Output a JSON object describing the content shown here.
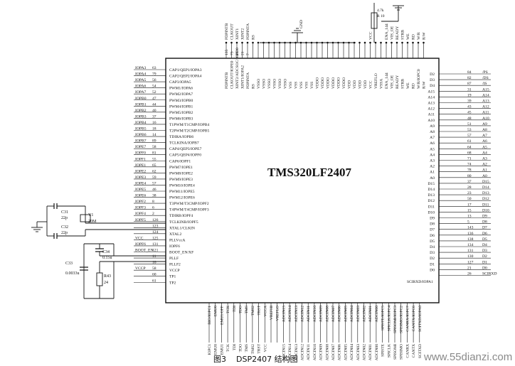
{
  "chip": {
    "name": "TMS320LF2407",
    "sci_label": "SCIRXD/IOPA1"
  },
  "caption": {
    "number": "图3",
    "text": "DSP2407 结构图"
  },
  "watermark": {
    "text": "www.55dianzi.com"
  },
  "left_pins": [
    {
      "net": "IOPA3",
      "num": "63",
      "func": "CAP1/QEP1/IOPA3"
    },
    {
      "net": "IOPA4",
      "num": "79",
      "func": "CAP2/QEP2/IOPA4"
    },
    {
      "net": "IOPA5",
      "num": "56",
      "func": "CAP3/IOPA5"
    },
    {
      "net": "IOPA6",
      "num": "54",
      "func": "PWM1/IOPA6"
    },
    {
      "net": "IOPA7",
      "num": "52",
      "func": "PWM2/IOPA7"
    },
    {
      "net": "IOPB0",
      "num": "47",
      "func": "PWM3/IOPB0"
    },
    {
      "net": "IOPB1",
      "num": "44",
      "func": "PWM4/IOPB1"
    },
    {
      "net": "IOPB2",
      "num": "40",
      "func": "PWM5/IOPB2"
    },
    {
      "net": "IOPB3",
      "num": "37",
      "func": "PWM6/IOPB3"
    },
    {
      "net": "IOPB4",
      "num": "16",
      "func": "T1PWM/T1CMP/IOPB4"
    },
    {
      "net": "IOPB5",
      "num": "18",
      "func": "T2PWM/T2CMP/IOPB5"
    },
    {
      "net": "IOPB6",
      "num": "14",
      "func": "TDIRA/IOPB6"
    },
    {
      "net": "IOPB7",
      "num": "89",
      "func": "TCLKINA/IOPB7"
    },
    {
      "net": "IOPE7",
      "num": "58",
      "func": "CAP4/QEP3/IOPE7"
    },
    {
      "net": "IOPF0",
      "num": "81",
      "func": "CAP5/QEP4/IOPF0"
    },
    {
      "net": "IOPF1",
      "num": "55",
      "func": "CAP6/IOPF1"
    },
    {
      "net": "IOPE1",
      "num": "65",
      "func": "PWM7/IOPE1"
    },
    {
      "net": "IOPE2",
      "num": "62",
      "func": "PWM8/IOPE2"
    },
    {
      "net": "IOPE3",
      "num": "59",
      "func": "PWM9/IOPE3"
    },
    {
      "net": "IOPE4",
      "num": "57",
      "func": "PWM10/IOPE4"
    },
    {
      "net": "IOPE5",
      "num": "46",
      "func": "PWM11/IOPE5"
    },
    {
      "net": "IOPE6",
      "num": "38",
      "func": "PWM12/IOPE6"
    },
    {
      "net": "IOPF2",
      "num": "8",
      "func": "T3PWM/T3CMP/IOPF2"
    },
    {
      "net": "IOPF3",
      "num": "6",
      "func": "T4PWM/T4CMP/IOPF3"
    },
    {
      "net": "IOPF4",
      "num": "2",
      "func": "TDIRB/IOPF4"
    },
    {
      "net": "IOPF5",
      "num": "126",
      "func": "TCLKINB/IOPF5"
    },
    {
      "net": "",
      "num": "123",
      "func": "XTAL1/CLKIN"
    },
    {
      "net": "",
      "num": "124",
      "func": "XTAL2"
    },
    {
      "net": "VCC",
      "num": "125",
      "func": "PLLVccA"
    },
    {
      "net": "IOPF6",
      "num": "131",
      "func": "IOPF6"
    },
    {
      "net": "BOOT_EN",
      "num": "121",
      "func": "BOOT_EN/XF"
    },
    {
      "net": "",
      "num": "11",
      "func": "PLLF"
    },
    {
      "net": "",
      "num": "10",
      "func": "PLLF2"
    },
    {
      "net": "VCCP",
      "num": "58",
      "func": "VCCP"
    },
    {
      "net": "",
      "num": "60",
      "func": "TP1"
    },
    {
      "net": "",
      "num": "61",
      "func": "TP2"
    }
  ],
  "right_pins": [
    {
      "func": "D2",
      "num": "84",
      "net": "/PS"
    },
    {
      "func": "D3",
      "num": "82",
      "net": "/DS"
    },
    {
      "func": "D4",
      "num": "87",
      "net": "/IS"
    },
    {
      "func": "A15",
      "num": "31",
      "net": "A15"
    },
    {
      "func": "A14",
      "num": "19",
      "net": "A14"
    },
    {
      "func": "A13",
      "num": "39",
      "net": "A13"
    },
    {
      "func": "A12",
      "num": "43",
      "net": "A12"
    },
    {
      "func": "A11",
      "num": "45",
      "net": "A11"
    },
    {
      "func": "A10",
      "num": "48",
      "net": "A10"
    },
    {
      "func": "A9",
      "num": "51",
      "net": "A9"
    },
    {
      "func": "A8",
      "num": "53",
      "net": "A8"
    },
    {
      "func": "A7",
      "num": "57",
      "net": "A7"
    },
    {
      "func": "A6",
      "num": "61",
      "net": "A6"
    },
    {
      "func": "A5",
      "num": "64",
      "net": "A5"
    },
    {
      "func": "A4",
      "num": "68",
      "net": "A4"
    },
    {
      "func": "A3",
      "num": "71",
      "net": "A3"
    },
    {
      "func": "A2",
      "num": "74",
      "net": "A2"
    },
    {
      "func": "A1",
      "num": "78",
      "net": "A1"
    },
    {
      "func": "A0",
      "num": "80",
      "net": "A0"
    },
    {
      "func": "D15",
      "num": "37",
      "net": "D15"
    },
    {
      "func": "D14",
      "num": "28",
      "net": "D14"
    },
    {
      "func": "D13",
      "num": "23",
      "net": "D13"
    },
    {
      "func": "D12",
      "num": "50",
      "net": "D12"
    },
    {
      "func": "D11",
      "num": "17",
      "net": "D11"
    },
    {
      "func": "D10",
      "num": "15",
      "net": "D10"
    },
    {
      "func": "D9",
      "num": "13",
      "net": "D9"
    },
    {
      "func": "D8",
      "num": "5",
      "net": "D8"
    },
    {
      "func": "D7",
      "num": "143",
      "net": "D7"
    },
    {
      "func": "D6",
      "num": "136",
      "net": "D6"
    },
    {
      "func": "D5",
      "num": "138",
      "net": "D5"
    },
    {
      "func": "D4",
      "num": "134",
      "net": "D4"
    },
    {
      "func": "D3",
      "num": "131",
      "net": "D3"
    },
    {
      "func": "D2",
      "num": "130",
      "net": "D2"
    },
    {
      "func": "D1",
      "num": "127",
      "net": "D1"
    },
    {
      "func": "D0",
      "num": "21",
      "net": "D0"
    },
    {
      "func": "",
      "num": "26",
      "net": "SCIRXD"
    }
  ],
  "top_pins": [
    {
      "num": "135",
      "net": "PDPINTB",
      "func": "PDPINTB"
    },
    {
      "num": "73",
      "net": "CLKOUT",
      "func": "CLKOUT/IOPE0"
    },
    {
      "num": "23",
      "net": "XINT1",
      "func": "XINT2/ADCSOC/IOPD0"
    },
    {
      "num": "21",
      "net": "XINT2",
      "func": "XINT1/IOPA2"
    },
    {
      "num": "7",
      "net": "PDPINTA",
      "func": "PDPINTA"
    },
    {
      "num": "",
      "net": "RS",
      "func": "RS"
    },
    {
      "num": "",
      "net": "",
      "func": "VSSO"
    },
    {
      "num": "",
      "net": "",
      "func": "VSSO"
    },
    {
      "num": "",
      "net": "",
      "func": "VSSO"
    },
    {
      "num": "",
      "net": "",
      "func": "VSSO"
    },
    {
      "num": "",
      "net": "",
      "func": "VSSO"
    },
    {
      "num": "",
      "net": "",
      "func": "VSSO"
    },
    {
      "num": "",
      "net": "",
      "func": "VSS"
    },
    {
      "num": "",
      "net": "",
      "func": "VSS"
    },
    {
      "num": "",
      "net": "",
      "func": "VSS"
    },
    {
      "num": "",
      "net": "",
      "func": "VSS"
    },
    {
      "num": "",
      "net": "",
      "func": "VSS"
    },
    {
      "num": "",
      "net": "",
      "func": "VDDO"
    },
    {
      "num": "",
      "net": "",
      "func": "VDDO"
    },
    {
      "num": "",
      "net": "",
      "func": "VDDO"
    },
    {
      "num": "",
      "net": "",
      "func": "VDDO"
    },
    {
      "num": "",
      "net": "",
      "func": "VDDO"
    },
    {
      "num": "",
      "net": "",
      "func": "VDDO"
    },
    {
      "num": "",
      "net": "",
      "func": "VDD"
    },
    {
      "num": "",
      "net": "",
      "func": "VDD"
    },
    {
      "num": "",
      "net": "",
      "func": "VDD"
    },
    {
      "num": "",
      "net": "",
      "func": "VDD"
    },
    {
      "num": "",
      "net": "VCC",
      "func": "VCC"
    },
    {
      "num": "",
      "net": "",
      "func": "VREFLO"
    },
    {
      "num": "",
      "net": "",
      "func": "VSSA"
    },
    {
      "num": "",
      "net": "ENA_144",
      "func": "ENA_144"
    },
    {
      "num": "",
      "net": "VIS_OE",
      "func": "VIS_OE"
    },
    {
      "num": "",
      "net": "READY",
      "func": "READY"
    },
    {
      "num": "",
      "net": "STRB",
      "func": "STRB"
    },
    {
      "num": "",
      "net": "WE",
      "func": "WE"
    },
    {
      "num": "",
      "net": "RD",
      "func": "RD"
    },
    {
      "num": "",
      "net": "W/R",
      "func": "W/R/IOPC0"
    },
    {
      "num": "",
      "net": "R/W",
      "func": "R/W"
    }
  ],
  "gnd_label": "GND",
  "r_top_label": "4.7k",
  "r_top_value": "R 10",
  "bottom_pins": [
    {
      "num": "",
      "net": "IOPC1",
      "func": "BIO/IOPC1"
    },
    {
      "num": "",
      "net": "EMU0",
      "func": "EMU0"
    },
    {
      "num": "",
      "net": "EMU1",
      "func": "EMU1/OFF"
    },
    {
      "num": "",
      "net": "TCK",
      "func": "TCK"
    },
    {
      "num": "",
      "net": "TDI",
      "func": "TDI"
    },
    {
      "num": "",
      "net": "TDO",
      "func": "TDO"
    },
    {
      "num": "",
      "net": "TMS",
      "func": "TMS"
    },
    {
      "num": "",
      "net": "TMS2",
      "func": "TMS2"
    },
    {
      "num": "",
      "net": "TRST",
      "func": "TRST"
    },
    {
      "num": "",
      "net": "VCC",
      "func": "VCCA"
    },
    {
      "num": "",
      "net": "",
      "func": "VREFHI"
    },
    {
      "num": "",
      "net": "",
      "func": "VREFLO"
    },
    {
      "num": "",
      "net": "ADCIN15",
      "func": "ADCIN15"
    },
    {
      "num": "",
      "net": "ADCIN14",
      "func": "ADCIN14"
    },
    {
      "num": "",
      "net": "ADCIN13",
      "func": "ADCIN13"
    },
    {
      "num": "",
      "net": "ADCIN12",
      "func": "ADCIN12"
    },
    {
      "num": "",
      "net": "ADCIN11",
      "func": "ADCIN11"
    },
    {
      "num": "",
      "net": "ADCIN10",
      "func": "ADCIN10"
    },
    {
      "num": "",
      "net": "ADCIN09",
      "func": "ADCIN09"
    },
    {
      "num": "",
      "net": "ADCIN08",
      "func": "ADCIN08"
    },
    {
      "num": "",
      "net": "ADCIN07",
      "func": "ADCIN07"
    },
    {
      "num": "",
      "net": "ADCIN06",
      "func": "ADCIN06"
    },
    {
      "num": "",
      "net": "ADCIN05",
      "func": "ADCIN05"
    },
    {
      "num": "",
      "net": "ADCIN04",
      "func": "ADCIN04"
    },
    {
      "num": "",
      "net": "ADCIN03",
      "func": "ADCIN03"
    },
    {
      "num": "",
      "net": "ADCIN02",
      "func": "ADCIN02"
    },
    {
      "num": "",
      "net": "ADCIN01",
      "func": "ADCIN01"
    },
    {
      "num": "",
      "net": "ADCIN00",
      "func": "ADCIN00"
    },
    {
      "num": "",
      "net": "SPISTE",
      "func": "SPISTE/IOPC5"
    },
    {
      "num": "",
      "net": "SPICLK",
      "func": "SPICLK/IOPC4"
    },
    {
      "num": "",
      "net": "SPISOMI",
      "func": "SPISOMI/IOPC3"
    },
    {
      "num": "",
      "net": "SPISIMO",
      "func": "SPISIMO/IOPC2"
    },
    {
      "num": "",
      "net": "CANRX",
      "func": "CANRX/IOPC7"
    },
    {
      "num": "",
      "net": "CANTX",
      "func": "CANTX/IOPC6"
    },
    {
      "num": "",
      "net": "SCITXD",
      "func": "SCITXD/IOPA0"
    }
  ],
  "components": {
    "c31": {
      "name": "C31",
      "value": "22p"
    },
    "c32": {
      "name": "C32",
      "value": "22p"
    },
    "y1": {
      "name": "Y1",
      "value": "20M"
    },
    "c33": {
      "name": "C33",
      "value": "0.0033u"
    },
    "c34": {
      "name": "C34",
      "value": "0.15u"
    },
    "r43": {
      "name": "R43",
      "value": "24"
    }
  }
}
